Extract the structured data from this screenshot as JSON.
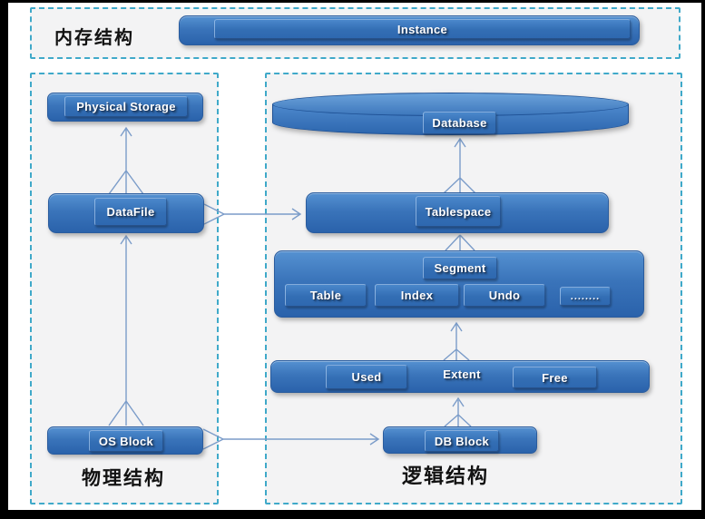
{
  "panels": {
    "memory": {
      "label": "内存结构"
    },
    "physical": {
      "label": "物理结构"
    },
    "logical": {
      "label": "逻辑结构"
    }
  },
  "nodes": {
    "instance": {
      "label": "Instance"
    },
    "physical_storage": {
      "label": "Physical Storage"
    },
    "datafile": {
      "label": "DataFile"
    },
    "os_block": {
      "label": "OS Block"
    },
    "database": {
      "label": "Database"
    },
    "tablespace": {
      "label": "Tablespace"
    },
    "segment": {
      "label": "Segment",
      "children": [
        "Table",
        "Index",
        "Undo",
        "........"
      ]
    },
    "extent": {
      "label": "Extent",
      "used": "Used",
      "free": "Free"
    },
    "db_block": {
      "label": "DB Block"
    }
  },
  "edges": [
    {
      "from": "DataFile",
      "to": "Physical Storage"
    },
    {
      "from": "OS Block",
      "to": "DataFile"
    },
    {
      "from": "DataFile",
      "to": "Tablespace"
    },
    {
      "from": "OS Block",
      "to": "DB Block"
    },
    {
      "from": "Tablespace",
      "to": "Database"
    },
    {
      "from": "Segment",
      "to": "Tablespace"
    },
    {
      "from": "Extent",
      "to": "Segment"
    },
    {
      "from": "DB Block",
      "to": "Extent"
    }
  ],
  "colors": {
    "node_blue_top": "#5591d1",
    "node_blue_bottom": "#2a62ab",
    "panel_dash": "#3fa9c9",
    "arrow": "#7b9cc9",
    "panel_bg": "#f3f3f4"
  }
}
